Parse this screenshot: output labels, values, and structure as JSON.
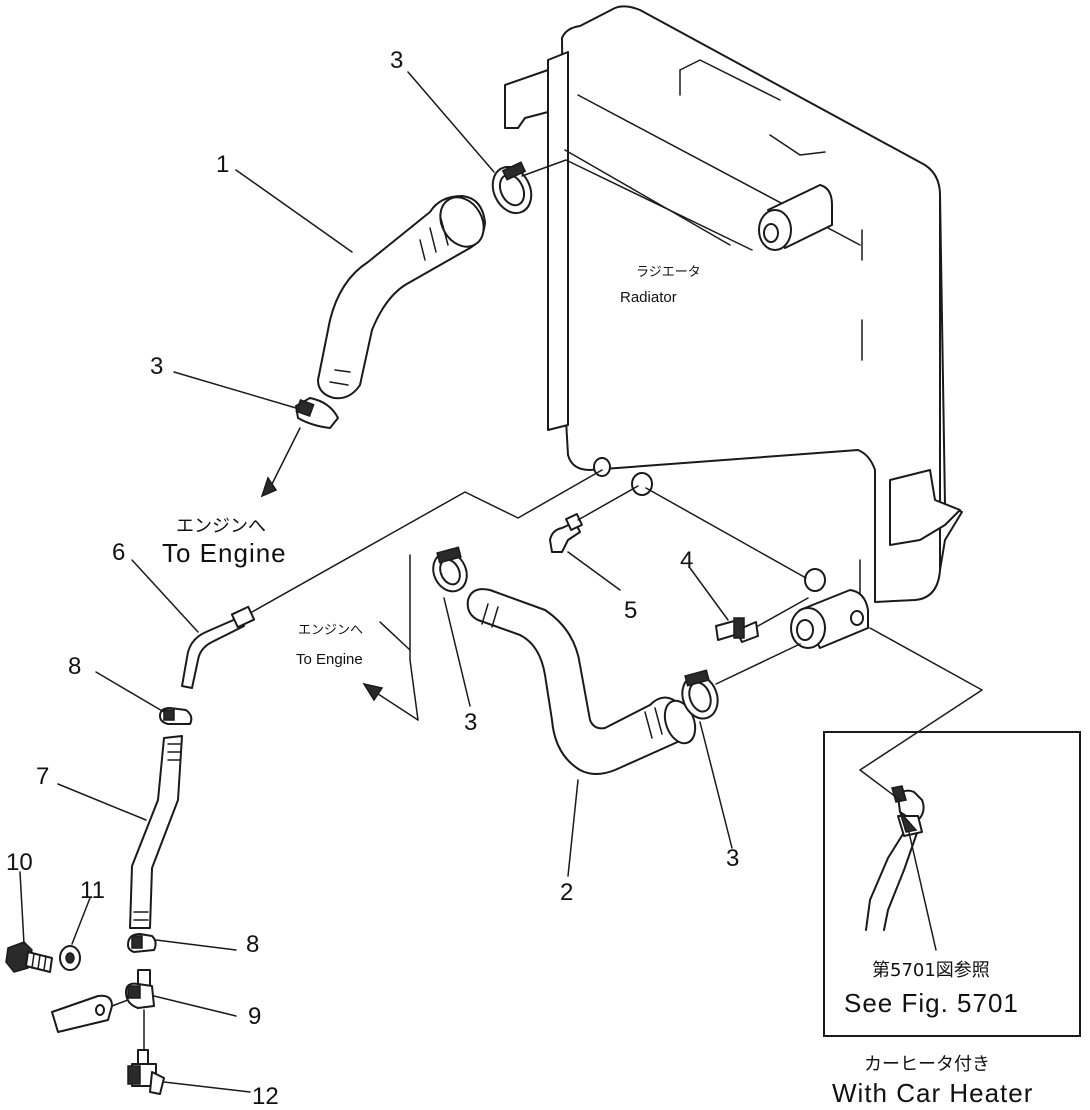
{
  "callouts": {
    "c1": "1",
    "c2": "2",
    "c3a": "3",
    "c3b": "3",
    "c3c": "3",
    "c3d": "3",
    "c4": "4",
    "c5": "5",
    "c6": "6",
    "c7": "7",
    "c8a": "8",
    "c8b": "8",
    "c9": "9",
    "c10": "10",
    "c11": "11",
    "c12": "12"
  },
  "labels": {
    "radiator_jp": "ラジエータ",
    "radiator_en": "Radiator",
    "to_engine_jp": "エンジンへ",
    "to_engine_en": "To Engine",
    "to_engine_small_jp": "エンジンへ",
    "to_engine_small_en": "To Engine",
    "see_fig_jp": "第5701図参照",
    "see_fig_en": "See Fig. 5701",
    "car_heater_jp": "カーヒータ付き",
    "car_heater_en": "With Car Heater"
  }
}
